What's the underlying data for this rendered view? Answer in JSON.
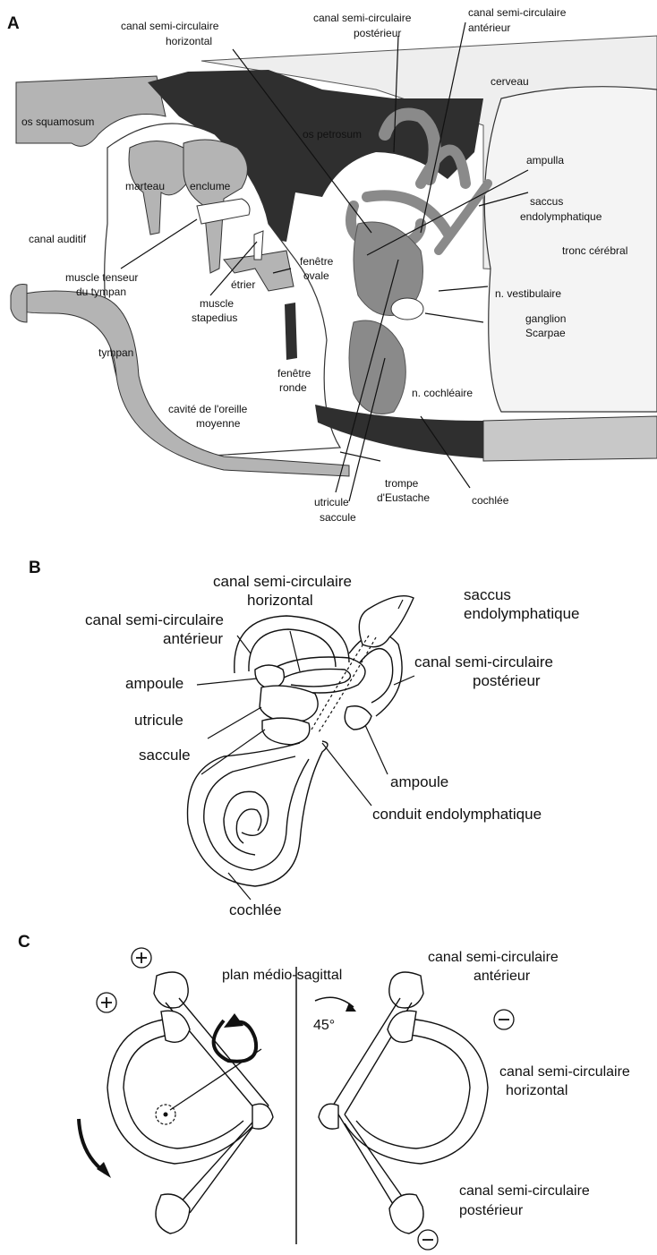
{
  "panels": {
    "a": {
      "letter": "A",
      "labels": {
        "canal_horizontal": [
          "canal semi-circulaire",
          "horizontal"
        ],
        "canal_posterieur": [
          "canal semi-circulaire",
          "postérieur"
        ],
        "canal_anterieur": [
          "canal semi-circulaire",
          "antérieur"
        ],
        "cerveau": "cerveau",
        "os_squamosum": "os squamosum",
        "os_petrosum": "os petrosum",
        "ampulla": "ampulla",
        "marteau": "marteau",
        "enclume": "enclume",
        "saccus": [
          "saccus",
          "endolymphatique"
        ],
        "canal_auditif": "canal auditif",
        "tronc_cerebral": "tronc cérébral",
        "fenetre_ovale": [
          "fenêtre",
          "ovale"
        ],
        "muscle_tenseur": [
          "muscle tenseur",
          "du tympan"
        ],
        "etrier": "étrier",
        "n_vestibulaire": "n. vestibulaire",
        "muscle_stapedius": [
          "muscle",
          "stapedius"
        ],
        "ganglion": [
          "ganglion",
          "Scarpae"
        ],
        "tympan": "tympan",
        "fenetre_ronde": [
          "fenêtre",
          "ronde"
        ],
        "n_cochleaire": "n. cochléaire",
        "cavite": [
          "cavité de l'oreille",
          "moyenne"
        ],
        "utricule": "utricule",
        "trompe": [
          "trompe",
          "d'Eustache"
        ],
        "cochlee": "cochlée",
        "saccule": "saccule"
      }
    },
    "b": {
      "letter": "B",
      "labels": {
        "canal_horizontal": [
          "canal semi-circulaire",
          "horizontal"
        ],
        "saccus": [
          "saccus",
          "endolymphatique"
        ],
        "canal_anterieur": [
          "canal semi-circulaire",
          "antérieur"
        ],
        "canal_posterieur": [
          "canal semi-circulaire",
          "postérieur"
        ],
        "ampoule_left": "ampoule",
        "utricule": "utricule",
        "saccule": "saccule",
        "ampoule_right": "ampoule",
        "conduit": "conduit endolymphatique",
        "cochlee": "cochlée"
      }
    },
    "c": {
      "letter": "C",
      "labels": {
        "plan": "plan médio-sagittal",
        "canal_anterieur": [
          "canal semi-circulaire",
          "antérieur"
        ],
        "angle": "45°",
        "canal_horizontal": [
          "canal semi-circulaire",
          "horizontal"
        ],
        "canal_posterieur": [
          "canal semi-circulaire",
          "postérieur"
        ]
      }
    }
  },
  "colors": {
    "grey_bone": "#b4b4b4",
    "dark_bone": "#2f2f2f",
    "labyrinth": "#8a8a8a",
    "light_fill": "#eeeeee",
    "ink": "#111111"
  }
}
